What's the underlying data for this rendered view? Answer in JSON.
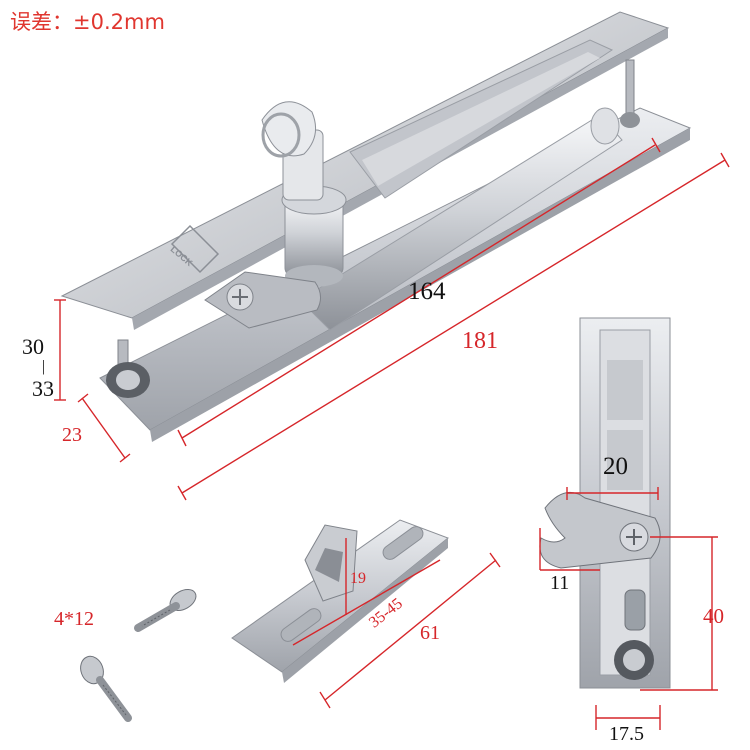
{
  "tolerance": "误差：±0.2mm",
  "dimensions": {
    "len_164": "164",
    "len_181": "181",
    "height_top": "30",
    "height_sep": "|",
    "height_bottom": "33",
    "depth": "23",
    "hook_width": "20",
    "hook_offset": "11",
    "hook_height": "40",
    "hook_base": "17.5",
    "keeper_height": "19",
    "keeper_slot": "35-45",
    "keeper_len": "61",
    "screw_size": "4*12"
  },
  "lock_logo": "LOCK",
  "colors": {
    "dimension_red": "#d6262a",
    "tolerance_red": "#e0362f",
    "metal": "#c9ccd2"
  }
}
